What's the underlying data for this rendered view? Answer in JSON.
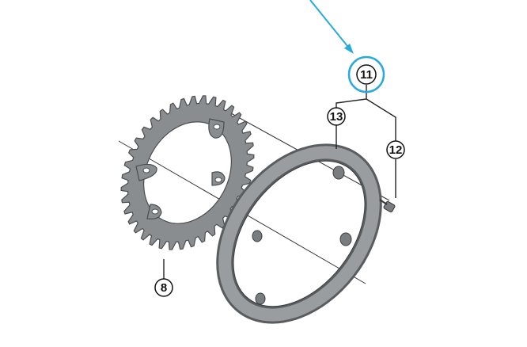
{
  "diagram": {
    "callouts": [
      {
        "id": "chainring",
        "number": "8"
      },
      {
        "id": "chain-guard-assembly",
        "number": "11",
        "highlighted": true
      },
      {
        "id": "fixing-bolt",
        "number": "12"
      },
      {
        "id": "chain-guard",
        "number": "13"
      }
    ],
    "colors": {
      "highlight": "#2aa9df",
      "part_fill": "#8a8d90",
      "part_dark": "#5a5d60",
      "leader_line": "#222222"
    }
  }
}
